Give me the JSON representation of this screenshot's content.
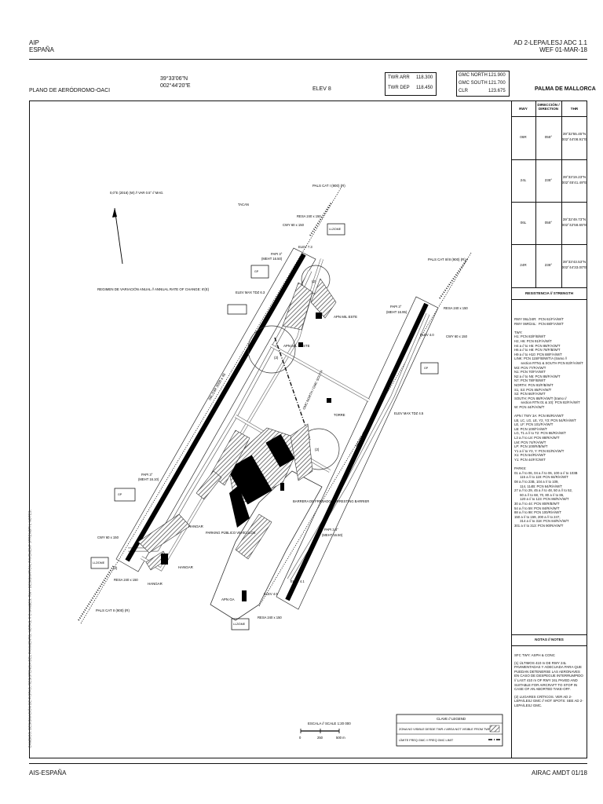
{
  "header": {
    "left_line1": "AIP",
    "left_line2": "ESPAÑA",
    "right_line1": "AD 2-LEPA/LESJ ADC 1.1",
    "right_line2": "WEF 01-MAR-18"
  },
  "chart_header": {
    "chart_title": "PLANO DE AERÓDROMO-OACI",
    "lat": "39°33'06\"N",
    "lon": "002°44'20\"E",
    "elev": "ELEV 8",
    "twr_arr_label": "TWR ARR",
    "twr_arr_freq": "118.300",
    "twr_dep_label": "TWR DEP",
    "twr_dep_freq": "118.450",
    "gmc_north_label": "GMC NORTH",
    "gmc_north_freq": "121.900",
    "gmc_south_label": "GMC SOUTH",
    "gmc_south_freq": "121.700",
    "clr_label": "CLR",
    "clr_freq": "123.675",
    "airport_name": "PALMA DE MALLORCA"
  },
  "rwy_table": {
    "col_rwy": "RWY",
    "col_dir": "DIRECCIÓN / DIRECTION",
    "col_thr": "THR",
    "rows": [
      {
        "rwy": "06R",
        "dir": "058°",
        "thr1": "39°32'55.45\"N",
        "thr2": "002°44'08.91\"E"
      },
      {
        "rwy": "24L",
        "dir": "238°",
        "thr1": "39°33'19.23\"N",
        "thr2": "002°45'41.49\"E"
      },
      {
        "rwy": "06L",
        "dir": "058°",
        "thr1": "39°32'49.73\"N",
        "thr2": "002°42'58.65\"E"
      },
      {
        "rwy": "24R",
        "dir": "238°",
        "thr1": "39°33'43.53\"N",
        "thr2": "002°44'33.00\"E"
      }
    ],
    "strength_title": "RESISTENCIA // STRENGTH",
    "strength_text": "RWY 06L/24R:  PCN 61/F/A/W/T\nRWY 06R/24L:  PCN 88/F/A/W/T\n\nTWY:\nH1: PCN 83/F/B/W/T\nH2, H6: PCN 91/F/A/W/T\nH4 a // to H5: PCN 88/F/A/W/T\nH6 a // to H8: PCN 78/F/B/W/T\nH9 a // to H10: PCN 88/F/A/W/T\nLINK: PCN 115/F/B/W/T/A (tramo //\n       section RTN1 & SOUTH PCN 82/F/A/W/T\nM3: PCN 77/F/A/W/T\nN1: PCN 70/F/A/W/T\nN2 a // to N5: PCN 88/F/A/W/T\nN7: PCN 78/F/B/W/T\nNORTH: PCN 93/F/B/W/T\nS1, S3: PCN 85/F/A/W/T\nS2: PCN 66/F/A/W/T\nSOUTH: PCN 88/F/A/W/T (tramo //\n       section RTN 01 & 10): PCN 82/F/A/W/T\nW: PCN 44/F/A/W/T\n\nAPN / TWY 3A: PCN 95/R/A/W/T\nLB, LC, LG, LE, Y2, Y3: PCN 54/R/A/W/T\nLE, LF: PCN 101/F/A/W/T\nLB: PCN 100/F/A/W/T\nLG, T1 a // to T2: PCN 86/R/A/W/T\nL3 a // to L8: PCN 88/R/A/W/T\nLM: PCN 74/F/A/W/T\nLP: PCN 100/R/B/W/T\nY1 a // to Y3, Y: PCN 81/R/A/W/T\nX1: PCN 54/R/A/W/T\nY1: PCN 44/F/C/W/T\n\nPARKS:\n01 a // to 06, 04 a // to 06, 100 a // to 103B\n      115 a // to 119: PCN 84/R/A/W/T\n08 a // to 23B, 104 a // to 109,\n      114, 114B: PCN 64/R/A/W/T\n27 a // to 29, 45 a // to 48, 50 a // to 52,\n      60 a // to 68, 70, 80 a // to 86,\n      120 a // to 123: PCN 86/R/A/W/T\n30 a // to 44: PCN 80/R/B/W/T\n54 a // to 59: PCN 84/R/A/W/T\n88 a // to 98: PCN 100/R/A/W/T\n150 a // to 159, 200 a // to 247,\n      314 a // to 318: PCN 84/R/A/W/T\n301 a // to 313: PCN 90/R/A/W/T",
    "notes_title": "NOTAS // NOTES",
    "notes_items": [
      "SFC TWY: ASPH & CONC",
      "(1) ÚLTIMOS 410 m DE RWY 24L PAVIMENTADAS Y ADECUADA PARA QUE PUEDAN DETENERSE LAS AERONAVES EN CASO DE DESPEGUE INTERRUMPIDO // LAST 410 m OF RWY 24L PAVED AND SUITABLE FOR AIRCRAFT TO STOP IN CASE OF AN ABORTED TAKE-OFF.",
      "(2) LUGARES CRÍTICOS. VER AD 2-LEPA/LESJ GMC // HOT SPOTS: SEE AD 2-LEPA/LESJ GMC."
    ]
  },
  "map_labels": {
    "mag_var": "0,0°E (2016) (W) // VAR 0.5° // MAG.",
    "annual": "REGIMEN DE VARIACIÓN ANUAL // ANNUAL RATE OF CHANGE: 6'(E)",
    "pals_top_left": "PALS CAT I (900) (R)",
    "pals_top_right": "PALS CAT II/III (900) (R)",
    "pals_bottom_left": "PALS CAT II (900) (R)",
    "rwy_left": "06L/24R 3000 x 45",
    "rwy_right": "06R/24L 3270 x 45",
    "apn_mil_este": "APN MIL ESTE",
    "apn_mil_oeste": "APN MIL OESTE",
    "apn_ga": "APN GA",
    "gmc_north_line": "GMC NORTH / GMC SOUTH",
    "hangar1": "HANGAR",
    "hangar2": "HANGAR",
    "hangar3": "HANGAR",
    "parking_publico": "PARKING PÚBLICO VEHÍCULOS",
    "barrera": "BARRERA DE FRENADO // ARRESTING BARRIER",
    "elev_thr_06r": "ELEV 4.1",
    "elev_thr_24l": "ELEV 4.0",
    "elev_thr_06l": "ELEV 4.5",
    "elev_thr_24r": "ELEV 7.3",
    "elev_mid_left": "ELEV MAX TDZ 6.3",
    "elev_mid_right": "ELEV MAX TDZ 4.5",
    "papi_top_left": "PAPI 3°",
    "papi_top_right": "PAPI 3°",
    "papi_bot_left": "PAPI 3°",
    "papi_bot_right": "PAPI 3.4°",
    "moth_left": "(MEHT 16.50)",
    "moth_right": "(MEHT 16.95)",
    "moth_bl": "(MEHT 16.10)",
    "moth_br": "(MEHT 16.50)",
    "resa_tl": "RESA 240 x 150",
    "resa_tr": "RESA 240 x 150",
    "resa_bl": "RESA 240 x 150",
    "resa_br": "RESA 240 x 150",
    "cwy_tl": "CWY 60 x 150",
    "cwy_tr": "CWY 60 x 150",
    "cwy_bl": "CWY 60 x 150",
    "tacan": "TACAN",
    "ils_loc_1": "LLZ/DME",
    "ils_loc_2": "LLZ/DME",
    "ils_loc_3": "LLZ/DME",
    "ils_gp_1": "GP",
    "ils_gp_2": "GP",
    "ils_gp_3": "GP",
    "cdb_center": "(2)",
    "hot_c1": "(2)",
    "hot_c2": "(2)",
    "hot_c3": "(2)",
    "twr_label": "TORRE",
    "scale_title": "ESCALA // SCALE 1:20 000",
    "scale_0": "0",
    "scale_250": "250",
    "scale_500": "500 m",
    "legend_title": "CLAVE // LEGEND",
    "legend_1": "ZONA NO VISIBLE DESDE TWR // AREA NOT VISIBLE FROM TWR",
    "legend_2": "LÍMITE FREQ GMC // FREQ GMC LIMIT",
    "side_note": "CAMBIOS: DESIGNACIÓN DE PISTAS, RESISTENCIA DEL PAVIMENTO, NOTAS, // CHANGES: RWY DESIGNATION, PAVEMENT STRENGTH, NOTES."
  },
  "footer": {
    "left": "AIS-ESPAÑA",
    "right": "AIRAC AMDT 01/18"
  }
}
